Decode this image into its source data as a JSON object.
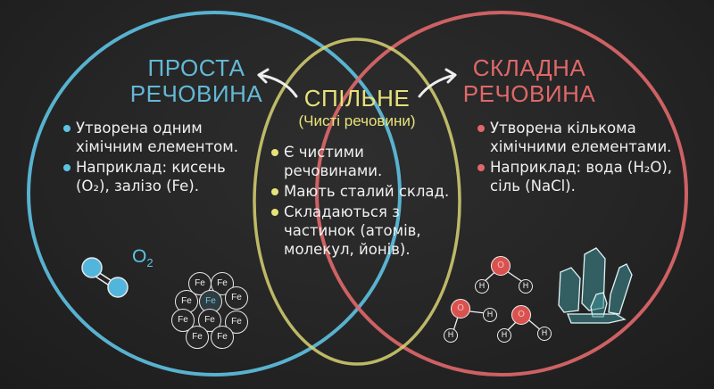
{
  "colors": {
    "background": "#252525",
    "simple": "#5ec2e2",
    "common": "#e7e27a",
    "complex": "#e0686a"
  },
  "left": {
    "title_line1": "ПРОСТА",
    "title_line2": "РЕЧОВИНА",
    "bullets": [
      "Утворена одним хімічним елементом.",
      "Наприклад: кисень (O₂), залізо (Fe)."
    ],
    "o2_label": "O",
    "o2_sub": "2",
    "fe_atom": "Fe"
  },
  "middle": {
    "title": "СПІЛЬНЕ",
    "subtitle": "(Чисті речовини)",
    "bullets": [
      "Є чистими речовинами.",
      "Мають сталий склад.",
      "Складаються з частинок (атомів, молекул, йонів)."
    ]
  },
  "right": {
    "title_line1": "СКЛАДНА",
    "title_line2": "РЕЧОВИНА",
    "bullets": [
      "Утворена кількома хімічними елементами.",
      "Наприклад: вода (H₂O), сіль (NaCl)."
    ],
    "oxygen_atom": "O",
    "hydrogen_atom": "H"
  }
}
